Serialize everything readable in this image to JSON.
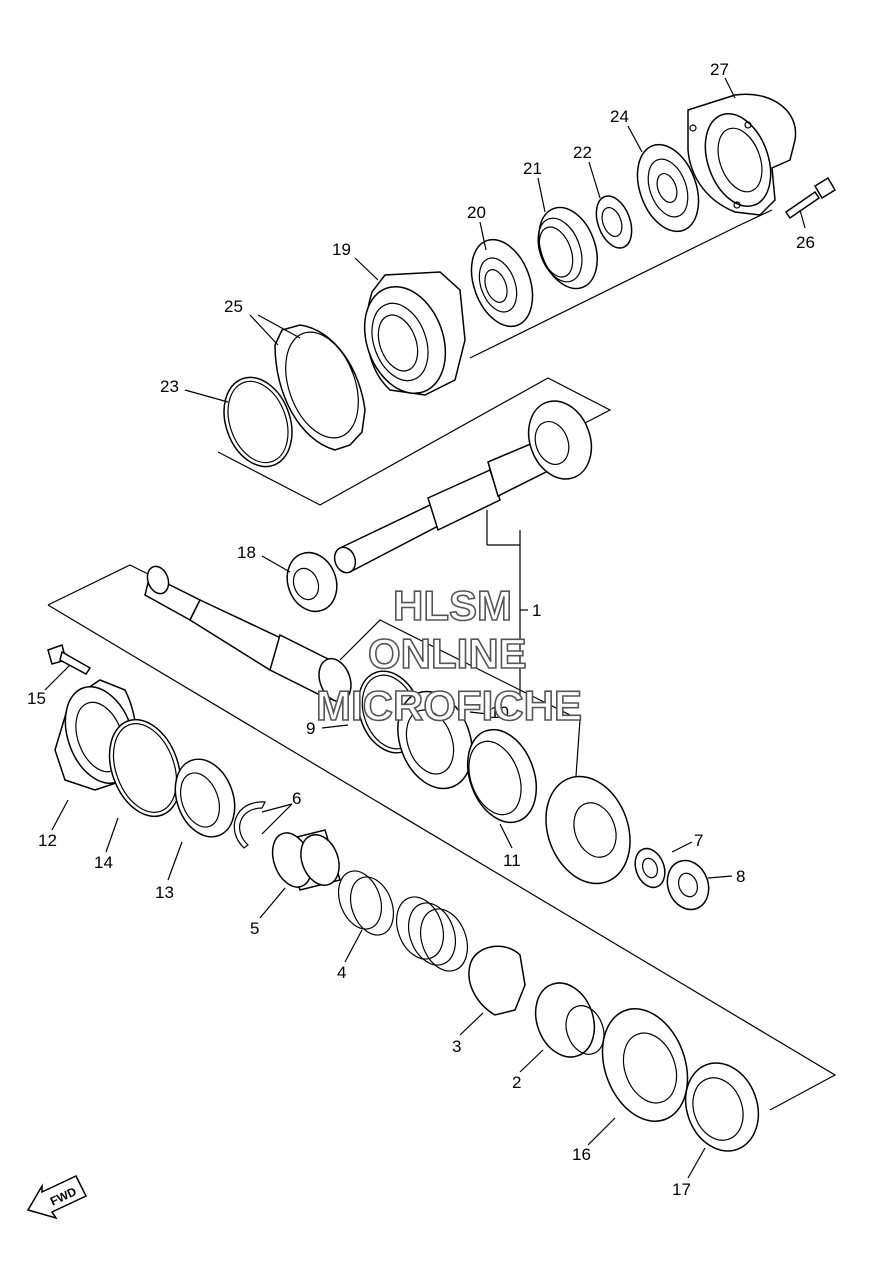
{
  "watermark": {
    "line1": "HLSM",
    "line2": "ONLINE",
    "line3": "MICROFICHE"
  },
  "direction_badge": "FWD",
  "callouts": [
    {
      "id": "27",
      "label": "27"
    },
    {
      "id": "24",
      "label": "24"
    },
    {
      "id": "22",
      "label": "22"
    },
    {
      "id": "21",
      "label": "21"
    },
    {
      "id": "20",
      "label": "20"
    },
    {
      "id": "26",
      "label": "26"
    },
    {
      "id": "19",
      "label": "19"
    },
    {
      "id": "25",
      "label": "25"
    },
    {
      "id": "23",
      "label": "23"
    },
    {
      "id": "18",
      "label": "18"
    },
    {
      "id": "1",
      "label": "1"
    },
    {
      "id": "15",
      "label": "15"
    },
    {
      "id": "9",
      "label": "9"
    },
    {
      "id": "10",
      "label": "10"
    },
    {
      "id": "6",
      "label": "6"
    },
    {
      "id": "12",
      "label": "12"
    },
    {
      "id": "14",
      "label": "14"
    },
    {
      "id": "13",
      "label": "13"
    },
    {
      "id": "11",
      "label": "11"
    },
    {
      "id": "7",
      "label": "7"
    },
    {
      "id": "8",
      "label": "8"
    },
    {
      "id": "5",
      "label": "5"
    },
    {
      "id": "4",
      "label": "4"
    },
    {
      "id": "3",
      "label": "3"
    },
    {
      "id": "2",
      "label": "2"
    },
    {
      "id": "16",
      "label": "16"
    },
    {
      "id": "17",
      "label": "17"
    }
  ]
}
